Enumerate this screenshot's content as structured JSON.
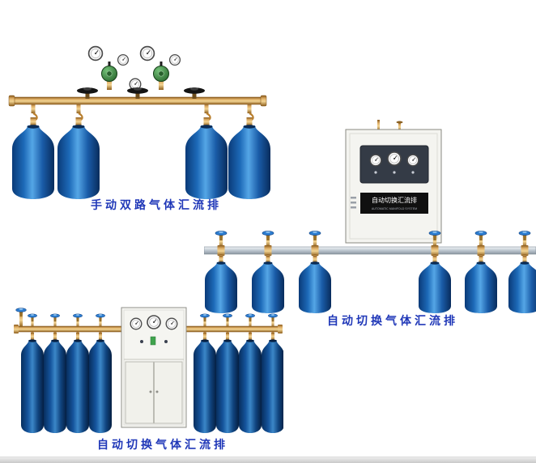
{
  "page": {
    "background_color": "#ffffff"
  },
  "products": {
    "manual_dual": {
      "caption": "手动双路气体汇流排",
      "cylinder_count": 4
    },
    "auto_wall": {
      "caption": "自动切换气体汇流排",
      "panel_text": "自动切换汇流排",
      "panel_subtext": "AUTOMATIC MANIFOLD SYSTEM",
      "cylinder_count": 6
    },
    "auto_cabinet": {
      "caption": "自动切换气体汇流排",
      "cylinder_count": 8
    }
  },
  "colors": {
    "caption_text": "#2038b8",
    "cylinder_blue": "#1d6ab8",
    "cylinder_navy": "#15549c",
    "brass": "#e0b068",
    "pipe_silver": "#bcc6cf",
    "regulator_green": "#2e7d32",
    "cabinet_body": "#f4f4f0",
    "handwheel_blue": "#2e7fd2"
  }
}
